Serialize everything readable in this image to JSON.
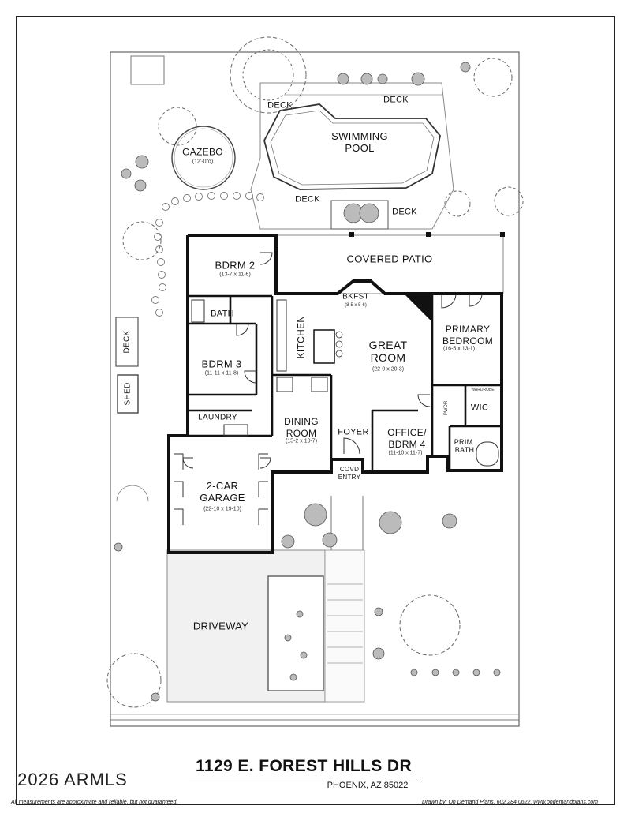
{
  "rooms": {
    "deck_top_left": "DECK",
    "deck_top_right": "DECK",
    "pool": "SWIMMING\nPOOL",
    "gazebo": "GAZEBO",
    "gazebo_dim": "(12'-0\"d)",
    "deck_bottom_left": "DECK",
    "deck_bottom_right": "DECK",
    "covered_patio": "COVERED PATIO",
    "bdrm2": "BDRM 2",
    "bdrm2_dim": "(13-7 x 11-6)",
    "bath": "BATH",
    "bkfst": "BKFST",
    "bkfst_dim": "(8-5 x 5-6)",
    "kitchen": "KITCHEN",
    "great_room": "GREAT\nROOM",
    "great_room_dim": "(22-0 x 20-3)",
    "primary_bedroom": "PRIMARY\nBEDROOM",
    "primary_bedroom_dim": "(16-5 x 13-1)",
    "wardrobe": "WARDROBE",
    "wic": "WIC",
    "pwdr": "PWDR",
    "prim_bath": "PRIM.\nBATH",
    "bdrm3": "BDRM 3",
    "bdrm3_dim": "(11-11 x 11-8)",
    "deck_side": "DECK",
    "shed": "SHED",
    "laundry": "LAUNDRY",
    "dining_room": "DINING\nROOM",
    "dining_room_dim": "(15-2 x 10-7)",
    "foyer": "FOYER",
    "office": "OFFICE/\nBDRM 4",
    "office_dim": "(11-10 x 11-7)",
    "covd_entry": "COVD\nENTRY",
    "garage": "2-CAR\nGARAGE",
    "garage_dim": "(22-10 x 19-10)",
    "driveway": "DRIVEWAY"
  },
  "footer": {
    "address": "1129 E. FOREST HILLS DR",
    "city_state": "PHOENIX, AZ 85022",
    "copyright": "2026 ARMLS",
    "disclaimer": "All measurements are approximate and reliable, but not guaranteed.",
    "credit": "Drawn by:  On Demand Plans, 602.284.0622, www.ondemandplans.com"
  },
  "colors": {
    "wall": "#111111",
    "line": "#555555",
    "paving": "#f1f1f1",
    "plant": "#777777"
  }
}
